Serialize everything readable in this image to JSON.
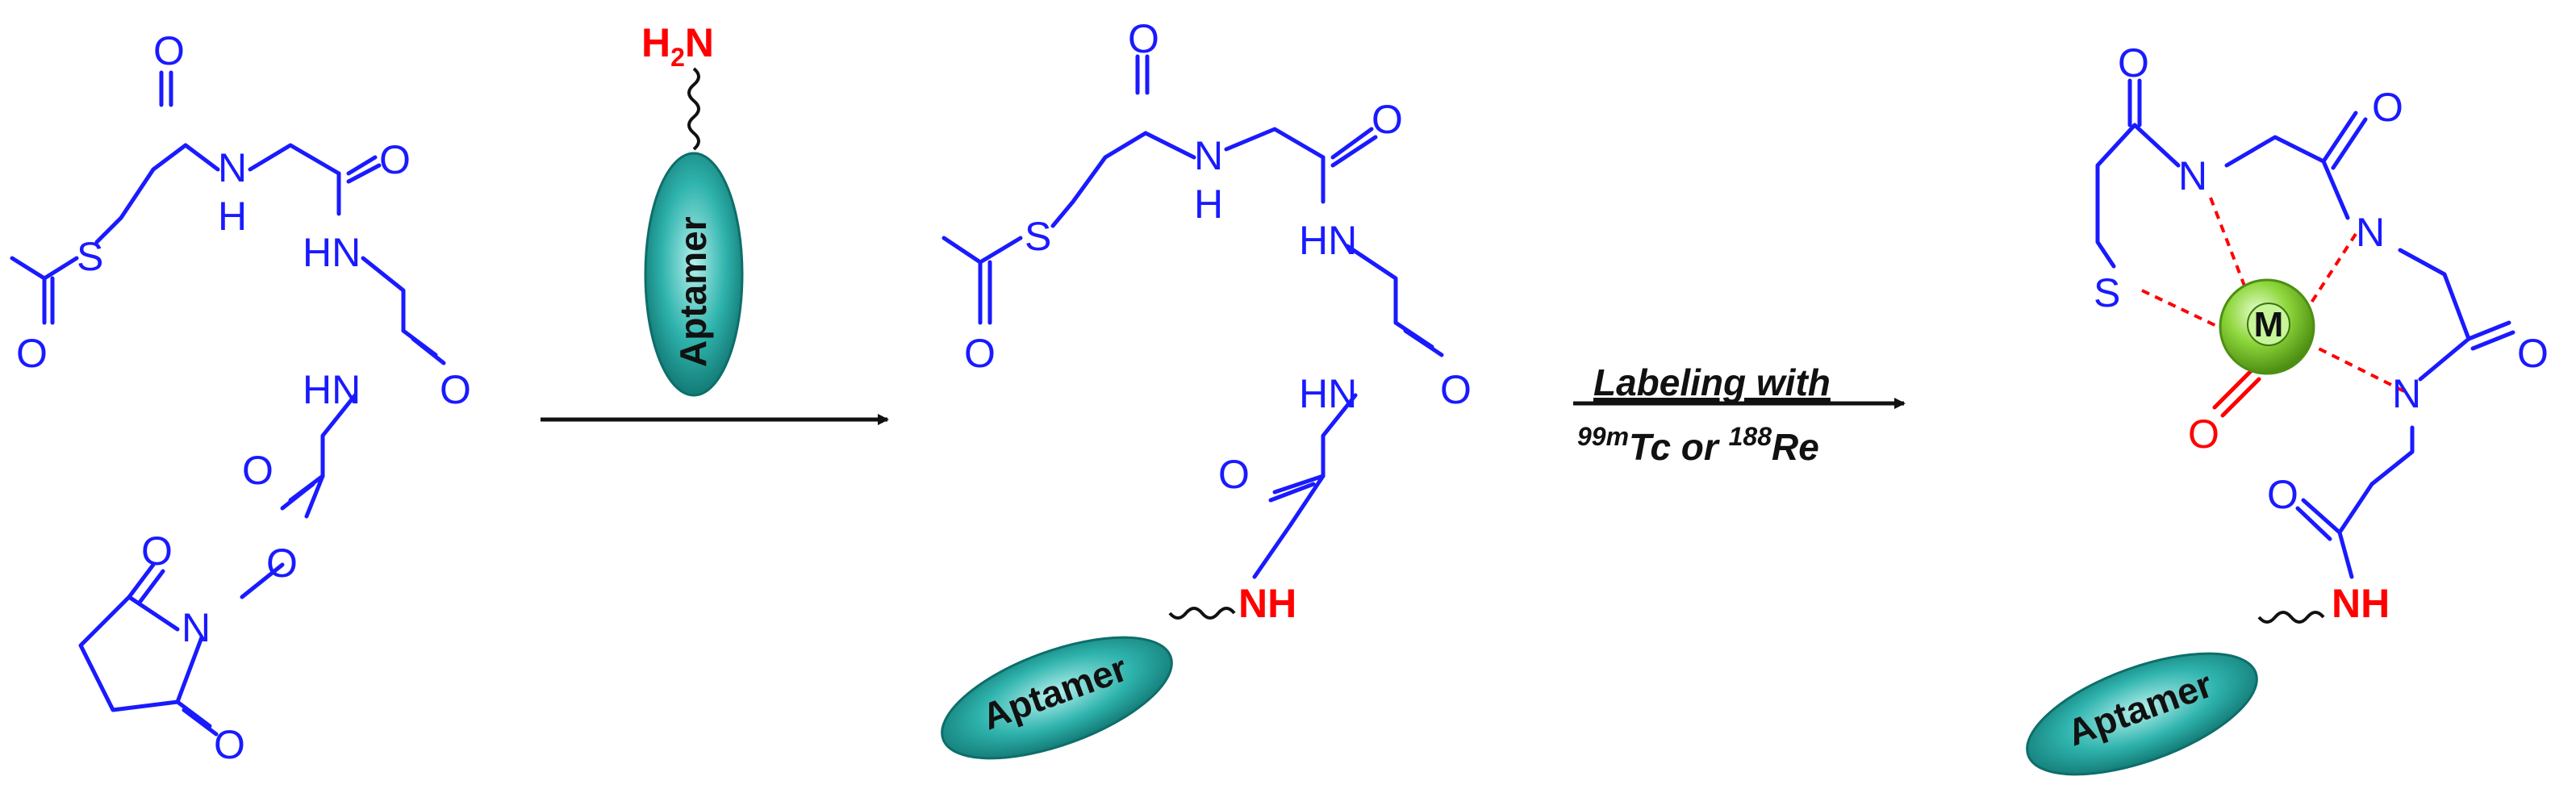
{
  "atoms": {
    "O": "O",
    "S": "S",
    "N": "N",
    "H": "H",
    "HN": "HN",
    "NH": "NH",
    "H2N_H": "H",
    "H2N_2": "2",
    "H2N_N": "N"
  },
  "labels": {
    "aptamer": "Aptamer",
    "metal": "M"
  },
  "reaction_conditions": {
    "line1": "Labeling with",
    "tc_mass": "99m",
    "tc_symbol": "Tc",
    "connector": " or ",
    "re_mass": "188",
    "re_symbol": "Re"
  },
  "colors": {
    "structure": "#1a1aff",
    "highlight": "#ff0000",
    "aptamer_fill": "#2fb3ad",
    "metal_fill": "#8ed63c",
    "arrow": "#111111"
  }
}
